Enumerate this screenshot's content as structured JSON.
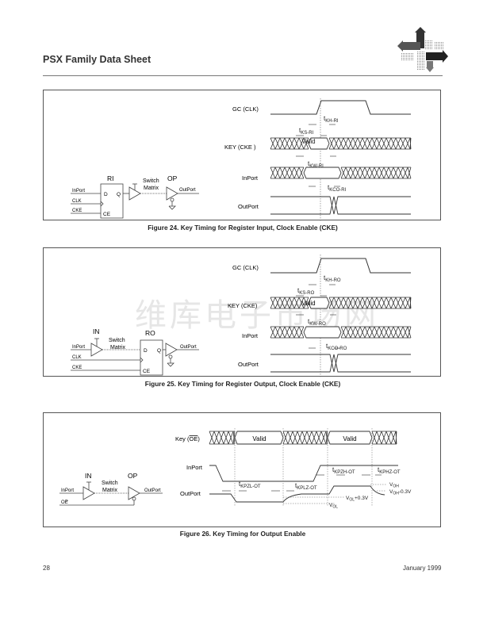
{
  "header": {
    "title": "PSX Family Data Sheet",
    "logo_icon": "crossed-arrows-logo-icon"
  },
  "watermark": "维库电子市场网",
  "figures": [
    {
      "caption": "Figure 24.  Key Timing for Register Input, Clock Enable (CKE)",
      "schematic": {
        "register_label": "RI",
        "out_buffer_label": "OP",
        "switch_label_1": "Switch",
        "switch_label_2": "Matrix",
        "pins": {
          "d": "D",
          "q": "Q",
          "ce": "CE"
        },
        "inputs": [
          "InPort",
          "CLK",
          "CKE"
        ],
        "output": "OutPort"
      },
      "signals": [
        "GC (CLK)",
        "KEY (CKE )",
        "InPort",
        "OutPort"
      ],
      "valid_label": "Valid",
      "timing": {
        "kh": {
          "t": "t",
          "sub": "KH-RI"
        },
        "ks": {
          "t": "t",
          "sub": "KS-RI"
        },
        "kw": {
          "t": "t",
          "sub": "KW-RI"
        },
        "kco": {
          "t": "t",
          "sub": "KCO-RI"
        }
      }
    },
    {
      "caption": "Figure 25. Key Timing for Register Output, Clock Enable (CKE)",
      "schematic": {
        "register_label": "RO",
        "in_buffer_label": "IN",
        "switch_label_1": "Switch",
        "switch_label_2": "Matrix",
        "pins": {
          "d": "D",
          "q": "Q",
          "ce": "CE"
        },
        "inputs": [
          "InPort",
          "CLK",
          "CKE"
        ],
        "output": "OutPort"
      },
      "signals": [
        "GC (CLK)",
        "KEY (CKE)",
        "InPort",
        "OutPort"
      ],
      "valid_label": "Valid",
      "timing": {
        "kh": {
          "t": "t",
          "sub": "KH-RO"
        },
        "ks": {
          "t": "t",
          "sub": "KS-RO"
        },
        "kw": {
          "t": "t",
          "sub": "KW-RO"
        },
        "kco": {
          "t": "t",
          "sub": "KCO-RO"
        }
      }
    },
    {
      "caption": "Figure 26. Key Timing for Output Enable",
      "schematic": {
        "in_buffer_label": "IN",
        "out_buffer_label": "OP",
        "switch_label_1": "Switch",
        "switch_label_2": "Matrix",
        "inputs": [
          "InPort",
          "OE"
        ],
        "output": "OutPort"
      },
      "signals": [
        "Key (",
        "OE",
        ")",
        "InPort",
        "OutPort"
      ],
      "valid_labels": [
        "Valid",
        "Valid"
      ],
      "timing": {
        "kpzl": {
          "t": "t",
          "sub": "KPZL-OT"
        },
        "kplz": {
          "t": "t",
          "sub": "KPLZ-OT"
        },
        "kpzh": {
          "t": "t",
          "sub": "KPZH-OT"
        },
        "kphz": {
          "t": "t",
          "sub": "KPHZ-OT"
        }
      },
      "levels": {
        "voh": {
          "v": "V",
          "sub": "OH"
        },
        "voh_minus": {
          "v": "V",
          "sub": "OH",
          "suffix": "-0.3V"
        },
        "vol_plus": {
          "v": "V",
          "sub": "OL",
          "suffix": "+0.3V"
        },
        "vol": {
          "v": "V",
          "sub": "OL"
        }
      }
    }
  ],
  "footer": {
    "page_number": "28",
    "date": "January 1999"
  }
}
